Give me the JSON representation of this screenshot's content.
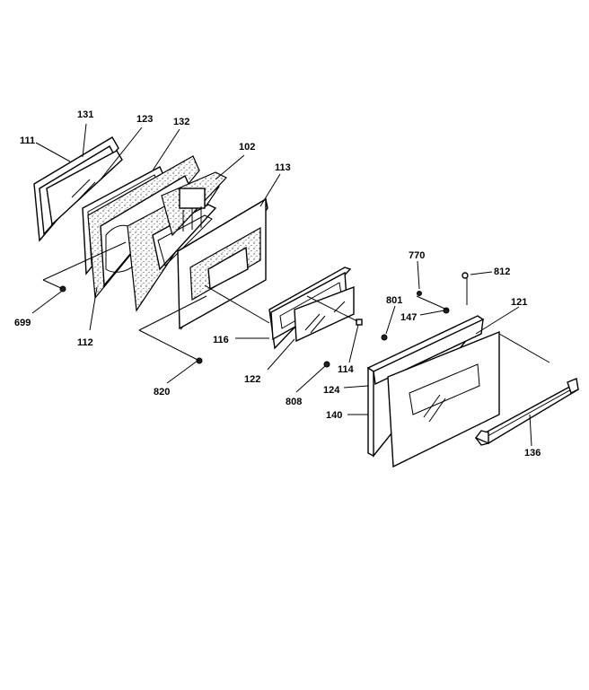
{
  "callouts": [
    {
      "id": "131",
      "text": "131"
    },
    {
      "id": "123",
      "text": "123"
    },
    {
      "id": "132",
      "text": "132"
    },
    {
      "id": "111",
      "text": "111"
    },
    {
      "id": "102",
      "text": "102"
    },
    {
      "id": "113",
      "text": "113"
    },
    {
      "id": "770",
      "text": "770"
    },
    {
      "id": "812",
      "text": "812"
    },
    {
      "id": "801",
      "text": "801"
    },
    {
      "id": "121",
      "text": "121"
    },
    {
      "id": "147",
      "text": "147"
    },
    {
      "id": "699",
      "text": "699"
    },
    {
      "id": "112",
      "text": "112"
    },
    {
      "id": "116",
      "text": "116"
    },
    {
      "id": "114",
      "text": "114"
    },
    {
      "id": "122",
      "text": "122"
    },
    {
      "id": "124",
      "text": "124"
    },
    {
      "id": "808",
      "text": "808"
    },
    {
      "id": "820",
      "text": "820"
    },
    {
      "id": "140",
      "text": "140"
    },
    {
      "id": "136",
      "text": "136"
    }
  ]
}
